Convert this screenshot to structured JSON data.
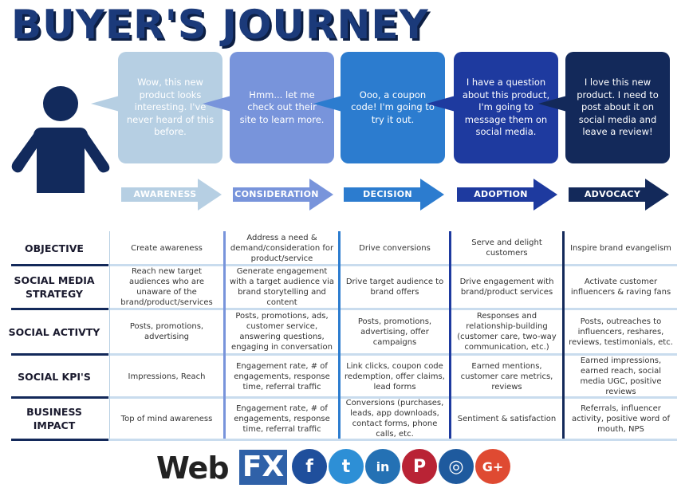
{
  "title": "BUYER'S JOURNEY",
  "colors": {
    "awareness": "#b6cfe3",
    "consideration": "#7894db",
    "decision": "#2c7ccf",
    "adoption": "#1e3a9f",
    "advocacy": "#13295a"
  },
  "stages": [
    {
      "name": "AWARENESS",
      "quote": "Wow, this new product looks interesting. I've never heard of this before."
    },
    {
      "name": "CONSIDERATION",
      "quote": "Hmm... let me check out their site to learn more."
    },
    {
      "name": "DECISION",
      "quote": "Ooo, a coupon code! I'm going to try it out."
    },
    {
      "name": "ADOPTION",
      "quote": "I have a question about this product, I'm going to message them on social media."
    },
    {
      "name": "ADVOCACY",
      "quote": "I love this new product. I need to post about it on social media and leave a review!"
    }
  ],
  "rows": [
    {
      "label": "OBJECTIVE",
      "cells": [
        "Create awareness",
        "Address a need & demand/consideration for product/service",
        "Drive conversions",
        "Serve and delight customers",
        "Inspire brand evangelism"
      ]
    },
    {
      "label": "SOCIAL MEDIA STRATEGY",
      "cells": [
        "Reach new target audiences who are unaware of the brand/product/services",
        "Generate engagement with a target audience via brand storytelling and content",
        "Drive target audience to brand offers",
        "Drive engagement with brand/product services",
        "Activate customer influencers & raving fans"
      ]
    },
    {
      "label": "SOCIAL ACTIVTY",
      "cells": [
        "Posts, promotions, advertising",
        "Posts, promotions, ads, customer service, answering questions, engaging in conversation",
        "Posts, promotions, advertising, offer campaigns",
        "Responses and relationship-building (customer care, two-way communication, etc.)",
        "Posts, outreaches to influencers, reshares, reviews, testimonials, etc."
      ]
    },
    {
      "label": "SOCIAL KPI'S",
      "cells": [
        "Impressions, Reach",
        "Engagement rate, # of engagements, response time, referral traffic",
        "Link clicks, coupon code redemption, offer claims, lead forms",
        "Earned mentions, customer care metrics, reviews",
        "Earned impressions, earned reach, social media UGC, positive reviews"
      ]
    },
    {
      "label": "BUSINESS IMPACT",
      "cells": [
        "Top of mind awareness",
        "Engagement rate, # of engagements, response time, referral traffic",
        "Conversions (purchases, leads, app downloads, contact forms, phone calls, etc.",
        "Sentiment & satisfaction",
        "Referrals, influencer activity, positive word of mouth, NPS"
      ]
    }
  ],
  "footer": {
    "brand_web": "Web",
    "brand_fx": "FX",
    "social_icons": [
      {
        "name": "facebook-icon",
        "glyph": "f",
        "color": "#1f4f9c"
      },
      {
        "name": "twitter-icon",
        "glyph": "t",
        "color": "#2d8fd6"
      },
      {
        "name": "linkedin-icon",
        "glyph": "in",
        "color": "#2471b4"
      },
      {
        "name": "pinterest-icon",
        "glyph": "P",
        "color": "#b92335"
      },
      {
        "name": "instagram-icon",
        "glyph": "◎",
        "color": "#1e5a9e"
      },
      {
        "name": "googleplus-icon",
        "glyph": "G+",
        "color": "#df4a32"
      }
    ]
  }
}
